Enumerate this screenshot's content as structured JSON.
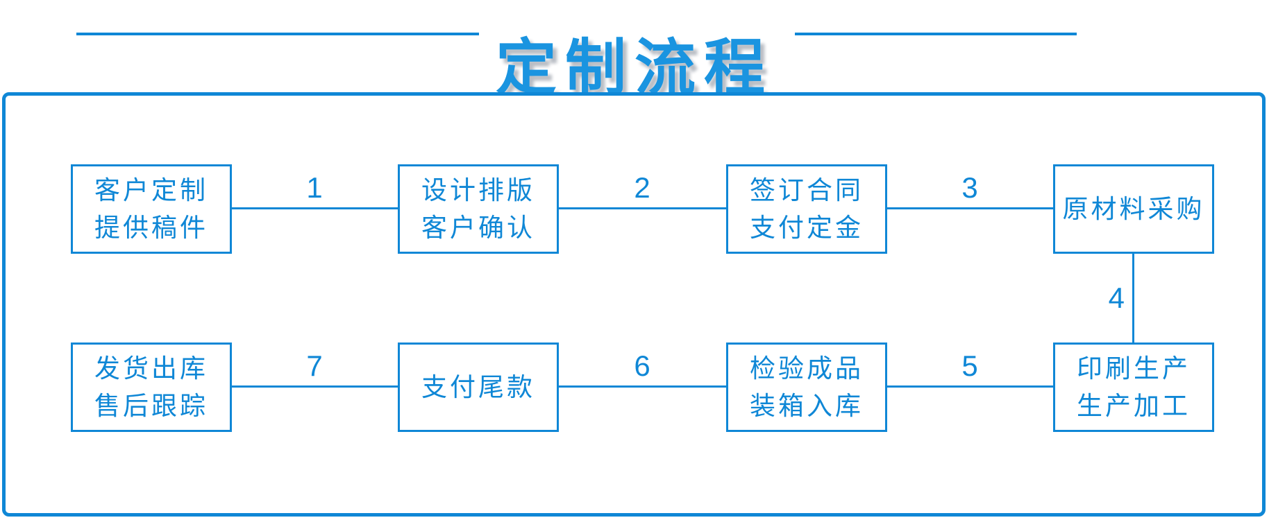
{
  "title": {
    "text": "定制流程"
  },
  "colors": {
    "accent": "#0f87d6",
    "title_blue": "#1a94e0",
    "title_shadow": "#b9bdc4",
    "background": "#ffffff"
  },
  "diagram": {
    "boxes": [
      {
        "name": "customer-draft",
        "line1": "客户定制",
        "line2": "提供稿件"
      },
      {
        "name": "design-confirm",
        "line1": "设计排版",
        "line2": "客户确认"
      },
      {
        "name": "contract-deposit",
        "line1": "签订合同",
        "line2": "支付定金"
      },
      {
        "name": "material-purchase",
        "line1": "原材料采购"
      },
      {
        "name": "shipping-aftersale",
        "line1": "发货出库",
        "line2": "售后跟踪"
      },
      {
        "name": "final-payment",
        "line1": "支付尾款"
      },
      {
        "name": "inspection-warehouse",
        "line1": "检验成品",
        "line2": "装箱入库"
      },
      {
        "name": "printing-processing",
        "line1": "印刷生产",
        "line2": "生产加工"
      }
    ],
    "connectors": [
      {
        "label": "1",
        "from": "customer-draft",
        "to": "design-confirm"
      },
      {
        "label": "2",
        "from": "design-confirm",
        "to": "contract-deposit"
      },
      {
        "label": "3",
        "from": "contract-deposit",
        "to": "material-purchase"
      },
      {
        "label": "4",
        "from": "material-purchase",
        "to": "printing-processing"
      },
      {
        "label": "5",
        "from": "printing-processing",
        "to": "inspection-warehouse"
      },
      {
        "label": "6",
        "from": "inspection-warehouse",
        "to": "final-payment"
      },
      {
        "label": "7",
        "from": "final-payment",
        "to": "shipping-aftersale"
      }
    ]
  }
}
